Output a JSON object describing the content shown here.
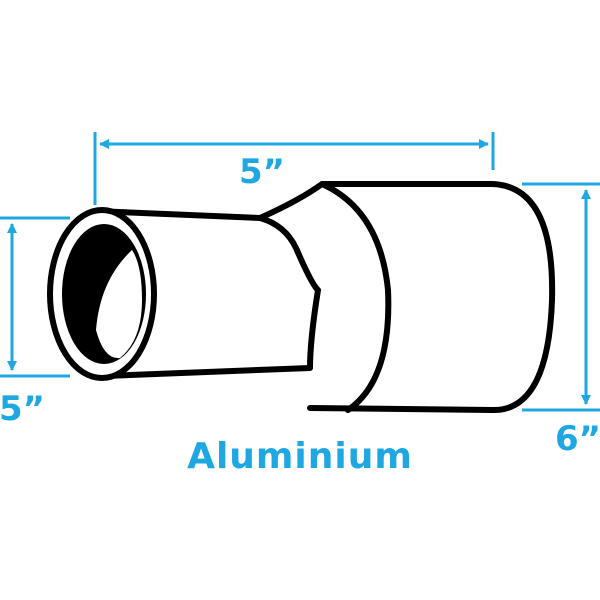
{
  "diagram": {
    "dimensions": {
      "length": "5”",
      "inlet_diameter": "5”",
      "outlet_diameter": "6”"
    },
    "material": "Aluminium",
    "colors": {
      "accent": "#1ea7e1",
      "outline": "#000000",
      "background": "#ffffff"
    }
  }
}
